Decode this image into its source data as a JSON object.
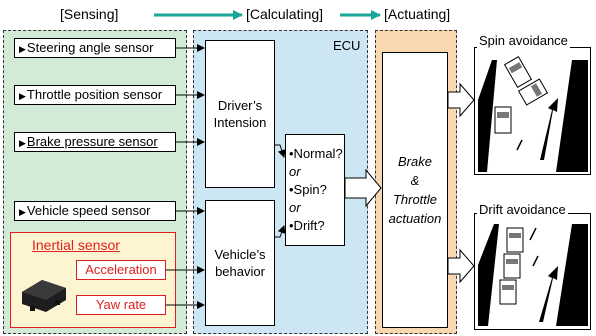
{
  "phases": {
    "sensing": "[Sensing]",
    "calculating": "[Calculating]",
    "actuating": "[Actuating]"
  },
  "ecu_label": "ECU",
  "sensors": [
    {
      "label": "Steering angle sensor"
    },
    {
      "label": "Throttle position sensor"
    },
    {
      "label": "Brake pressure sensor"
    },
    {
      "label": "Vehicle speed sensor"
    }
  ],
  "inertial": {
    "title": "Inertial sensor",
    "acceleration": "Acceleration",
    "yaw_rate": "Yaw rate"
  },
  "blocks": {
    "driver_intension": "Driver’s Intension",
    "vehicle_behavior": "Vehicle’s behavior"
  },
  "decision": {
    "normal": "•Normal?",
    "or1": "or",
    "spin": "•Spin?",
    "or2": "or",
    "drift": "•Drift?"
  },
  "actuation": {
    "line1": "Brake",
    "line2": "&",
    "line3": "Throttle",
    "line4": "actuation"
  },
  "scenes": {
    "spin": "Spin avoidance",
    "drift": "Drift avoidance"
  },
  "colors": {
    "sensing_bg": "#d3ead6",
    "calculating_bg": "#cce6f4",
    "actuating_bg": "#f8d8b0",
    "inertial_bg": "#fdf5d2",
    "phase_arrow": "#1aa79a",
    "red": "#e02020"
  }
}
